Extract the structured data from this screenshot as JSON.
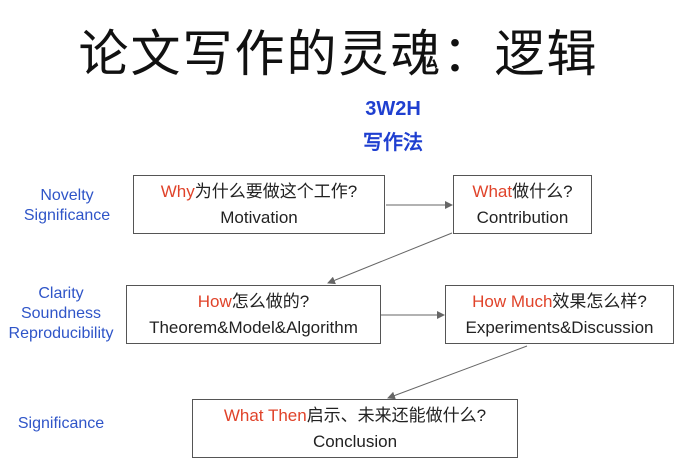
{
  "title": "论文写作的灵魂：逻辑",
  "subtitle": {
    "line1": "3W2H",
    "line2": "写作法"
  },
  "side_labels": {
    "row1": [
      "Novelty",
      "Significance"
    ],
    "row2": [
      "Clarity",
      "Soundness",
      "Reproducibility"
    ],
    "row3": [
      "Significance"
    ]
  },
  "boxes": {
    "why": {
      "key": "Why",
      "question": "为什么要做这个工作?",
      "label": "Motivation"
    },
    "what": {
      "key": "What",
      "question": "做什么?",
      "label": "Contribution"
    },
    "how": {
      "key": "How",
      "question": "怎么做的?",
      "label": "Theorem&Model&Algorithm"
    },
    "how_much": {
      "key": "How Much",
      "question": "效果怎么样?",
      "label": "Experiments&Discussion"
    },
    "what_then": {
      "key": "What Then",
      "question": "启示、未来还能做什么?",
      "label": "Conclusion"
    }
  },
  "colors": {
    "accent_red": "#e0432a",
    "accent_blue": "#2f55c8",
    "subtitle_blue": "#1f3fd0"
  }
}
